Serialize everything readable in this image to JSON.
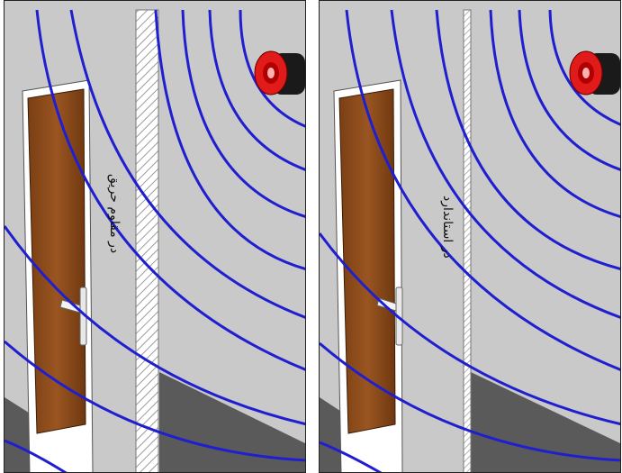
{
  "panels": [
    {
      "id": "fire-resistant",
      "label": "در مقاوم حریق",
      "wall_type": "thick-hatched"
    },
    {
      "id": "standard",
      "label": "در استاندارد",
      "wall_type": "thin-hatched"
    }
  ],
  "colors": {
    "background": "#c9c9c9",
    "floor_shadow": "#5a5a5a",
    "sound_wave": "#1f1fd0",
    "door": "#8a4a1a",
    "door_frame": "#ffffff",
    "alarm_red": "#e11a1a",
    "alarm_body": "#1a1a1a"
  },
  "icons": [
    "alarm-speaker-icon",
    "door-handle-icon"
  ]
}
